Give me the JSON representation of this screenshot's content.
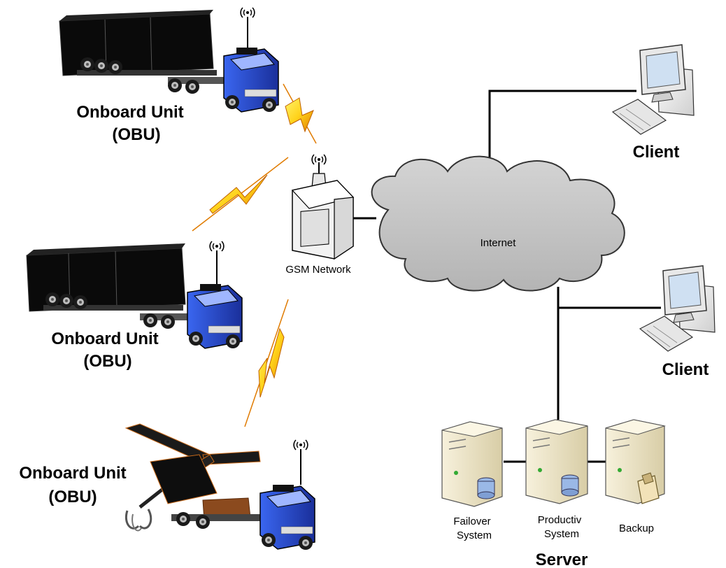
{
  "diagram": {
    "vehicles": [
      {
        "label_line1": "Onboard Unit",
        "label_line2": "(OBU)",
        "kind": "semi-truck-trailer"
      },
      {
        "label_line1": "Onboard Unit",
        "label_line2": "(OBU)",
        "kind": "semi-truck-trailer"
      },
      {
        "label_line1": "Onboard Unit",
        "label_line2": "(OBU)",
        "kind": "timber-truck-crane"
      }
    ],
    "gsm": {
      "label": "GSM Network"
    },
    "internet": {
      "label": "Internet"
    },
    "clients": [
      {
        "label": "Client"
      },
      {
        "label": "Client"
      }
    ],
    "servers": [
      {
        "label_line1": "Failover",
        "label_line2": "System"
      },
      {
        "label_line1": "Productiv",
        "label_line2": "System"
      },
      {
        "label_line1": "Backup",
        "label_line2": ""
      }
    ],
    "server_group": {
      "label": "Server"
    }
  },
  "colors": {
    "cab_blue": "#2b4fd8",
    "trailer_black": "#0a0a0a",
    "lightning_yellow": "#ffd21a",
    "lightning_orange": "#e07b00",
    "cloud_gray": "#c4c4c4",
    "server_beige": "#efe6c8",
    "line_black": "#000000"
  }
}
